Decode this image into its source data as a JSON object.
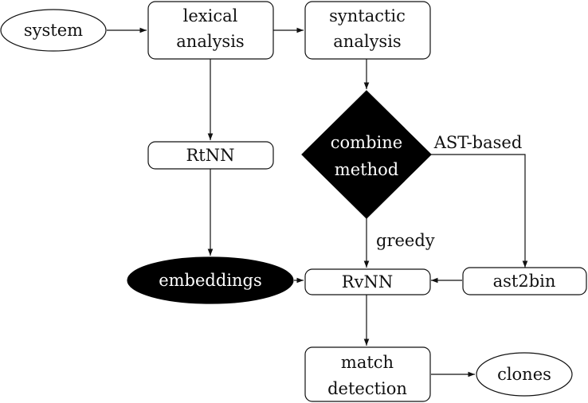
{
  "nodes": {
    "system": "system",
    "lexical": [
      "lexical",
      "analysis"
    ],
    "syntactic": [
      "syntactic",
      "analysis"
    ],
    "rtnn": "RtNN",
    "combine": [
      "combine",
      "method"
    ],
    "embeddings": "embeddings",
    "rvnn": "RvNN",
    "ast2bin": "ast2bin",
    "match": [
      "match",
      "detection"
    ],
    "clones": "clones"
  },
  "edge_labels": {
    "ast_based": "AST-based",
    "greedy": "greedy"
  },
  "colors": {
    "dark_fill": "#000000",
    "light_fill": "#ffffff",
    "stroke": "#111111"
  }
}
